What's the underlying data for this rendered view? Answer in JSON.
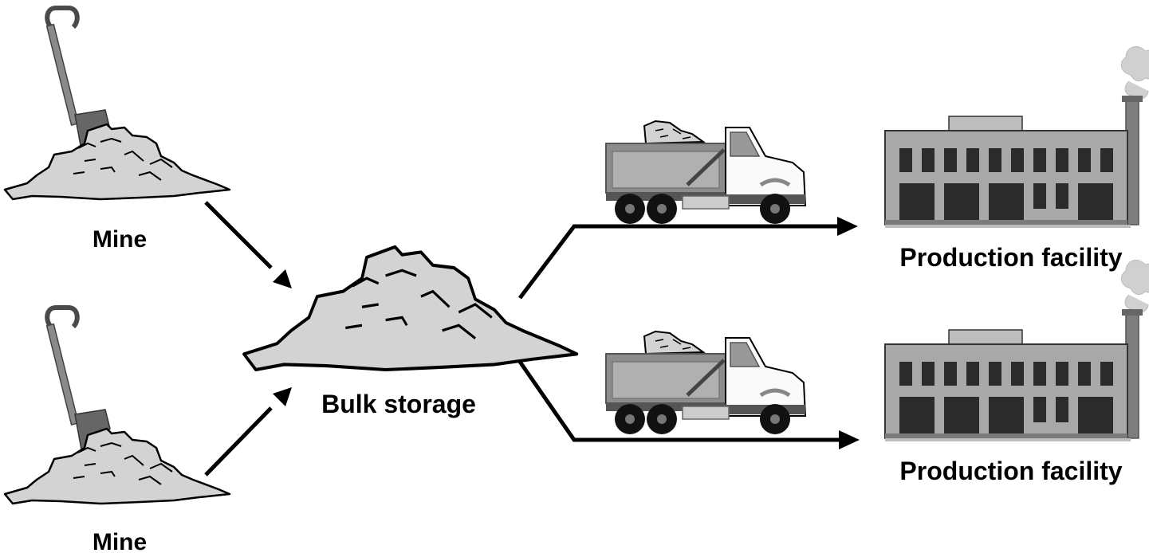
{
  "nodes": {
    "mine_top": {
      "label": "Mine"
    },
    "mine_bottom": {
      "label": "Mine"
    },
    "bulk_storage": {
      "label": "Bulk storage"
    },
    "facility_top": {
      "label": "Production facility"
    },
    "facility_bottom": {
      "label": "Production facility"
    }
  },
  "colors": {
    "pile_fill": "#d3d3d3",
    "outline": "#000000",
    "shovel": "#8a8a8a",
    "truck_bed": "#8c8c8c",
    "building": "#a9a9a9",
    "windows": "#2b2b2b",
    "smoke": "#cfcfcf",
    "arrow": "#000000"
  }
}
